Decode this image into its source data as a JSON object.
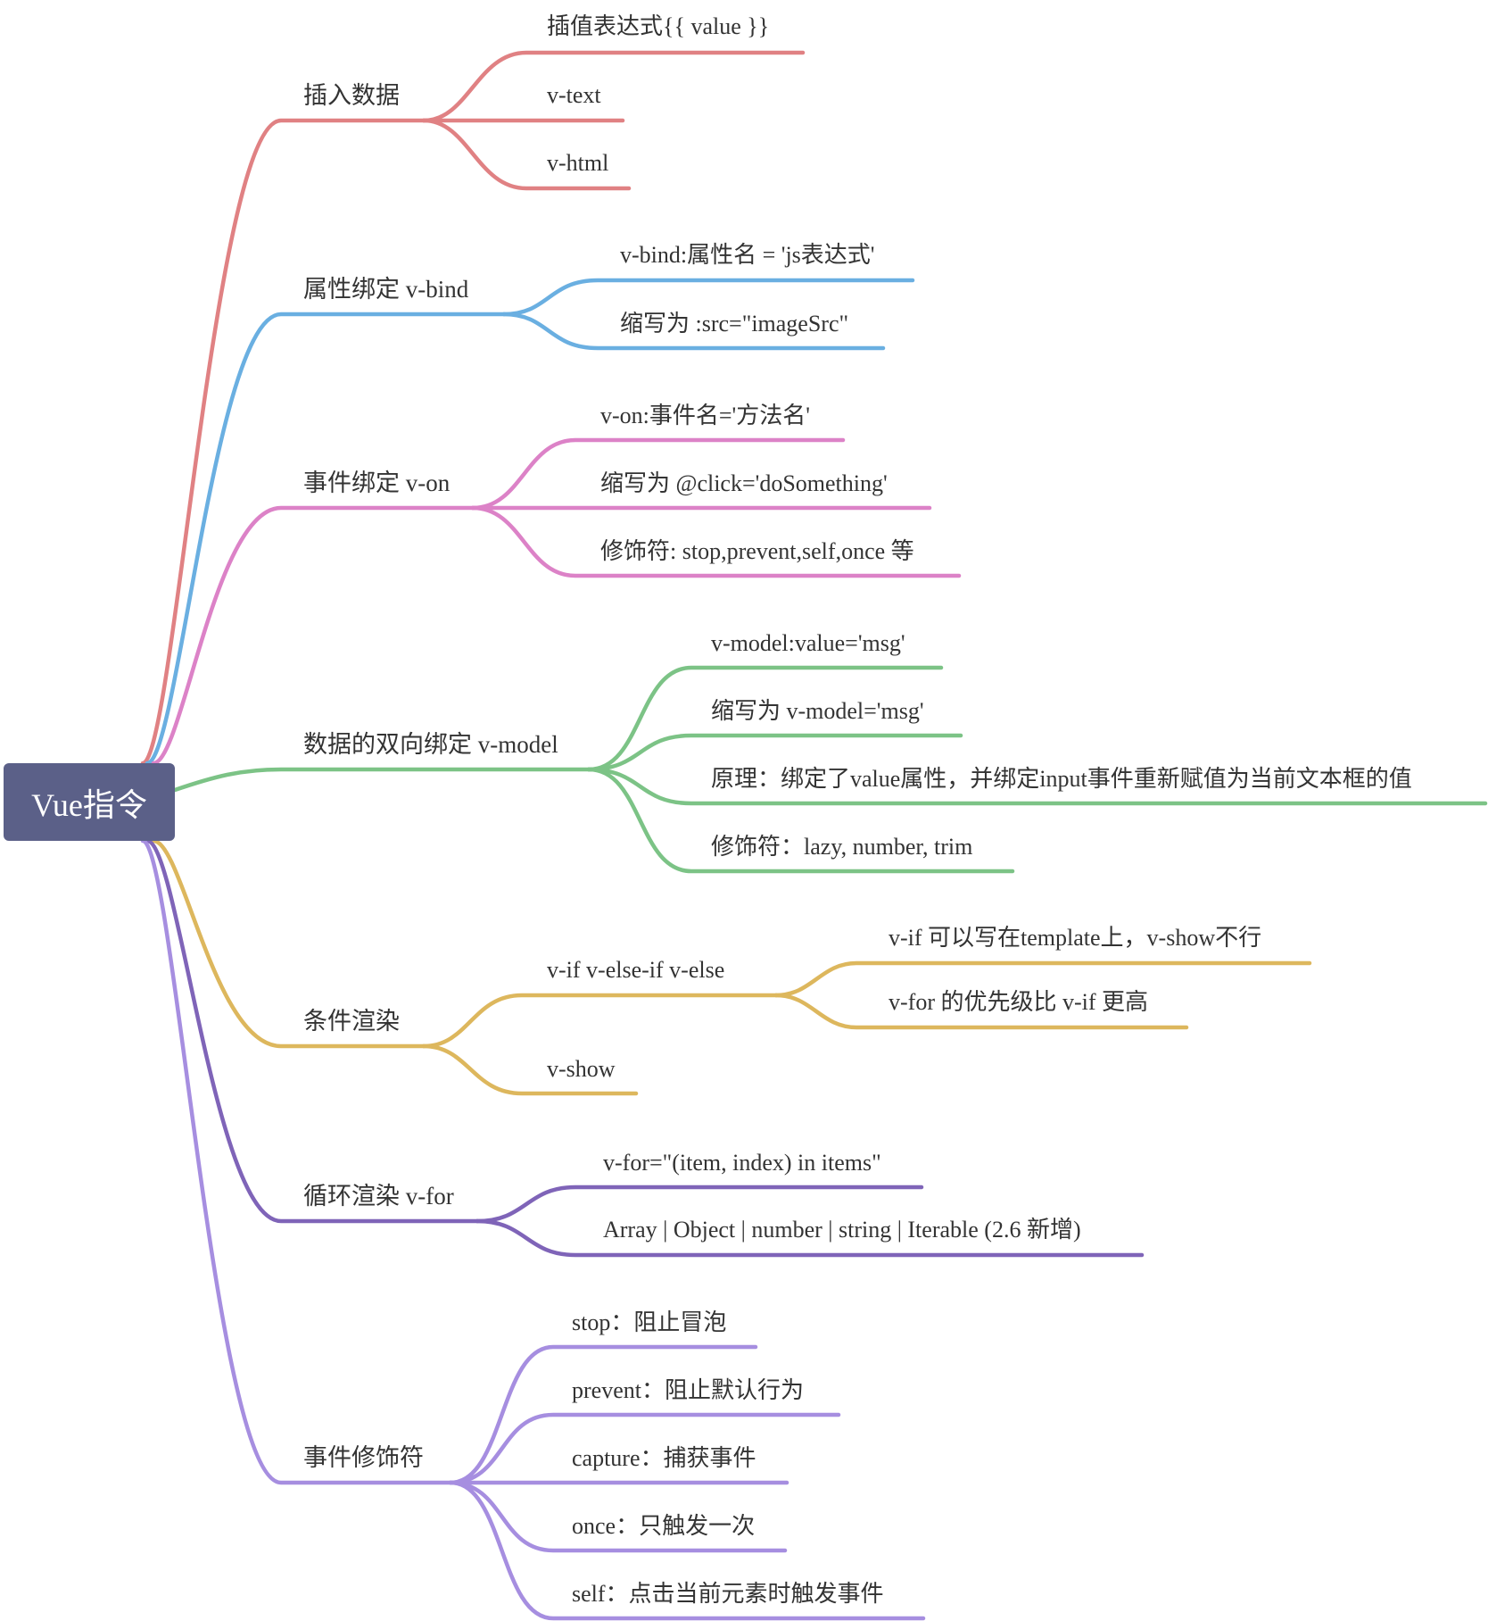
{
  "root": {
    "label": "Vue指令",
    "color": "#5b6088"
  },
  "branches": [
    {
      "key": "insert",
      "label": "插入数据",
      "color": "#e08183",
      "children": [
        {
          "label": "插值表达式{{ value }}"
        },
        {
          "label": "v-text"
        },
        {
          "label": "v-html"
        }
      ]
    },
    {
      "key": "bind",
      "label": "属性绑定 v-bind",
      "color": "#6aafe1",
      "children": [
        {
          "label": "v-bind:属性名 = 'js表达式'"
        },
        {
          "label": "缩写为 :src=\"imageSrc\""
        }
      ]
    },
    {
      "key": "on",
      "label": "事件绑定 v-on",
      "color": "#dc82c7",
      "children": [
        {
          "label": "v-on:事件名='方法名'"
        },
        {
          "label": "缩写为 @click='doSomething'"
        },
        {
          "label": "修饰符: stop,prevent,self,once 等"
        }
      ]
    },
    {
      "key": "model",
      "label": "数据的双向绑定 v-model",
      "color": "#7cc386",
      "children": [
        {
          "label": "v-model:value='msg'"
        },
        {
          "label": "缩写为 v-model='msg'"
        },
        {
          "label": "原理：绑定了value属性，并绑定input事件重新赋值为当前文本框的值"
        },
        {
          "label": "修饰符：lazy, number, trim"
        }
      ]
    },
    {
      "key": "cond",
      "label": "条件渲染",
      "color": "#ddb75d",
      "children": [
        {
          "label": "v-if  v-else-if v-else",
          "children": [
            {
              "label": "v-if 可以写在template上，v-show不行"
            },
            {
              "label": "v-for 的优先级比 v-if 更高"
            }
          ]
        },
        {
          "label": "v-show"
        }
      ]
    },
    {
      "key": "for",
      "label": "循环渲染 v-for",
      "color": "#7f64b8",
      "children": [
        {
          "label": "v-for=\"(item, index) in items\""
        },
        {
          "label": "Array | Object | number | string | Iterable (2.6 新增)"
        }
      ]
    },
    {
      "key": "mod",
      "label": "事件修饰符",
      "color": "#a68ee0",
      "children": [
        {
          "label": "stop：阻止冒泡"
        },
        {
          "label": "prevent：阻止默认行为"
        },
        {
          "label": "capture：捕获事件"
        },
        {
          "label": "once：只触发一次"
        },
        {
          "label": "self：点击当前元素时触发事件"
        }
      ]
    }
  ]
}
